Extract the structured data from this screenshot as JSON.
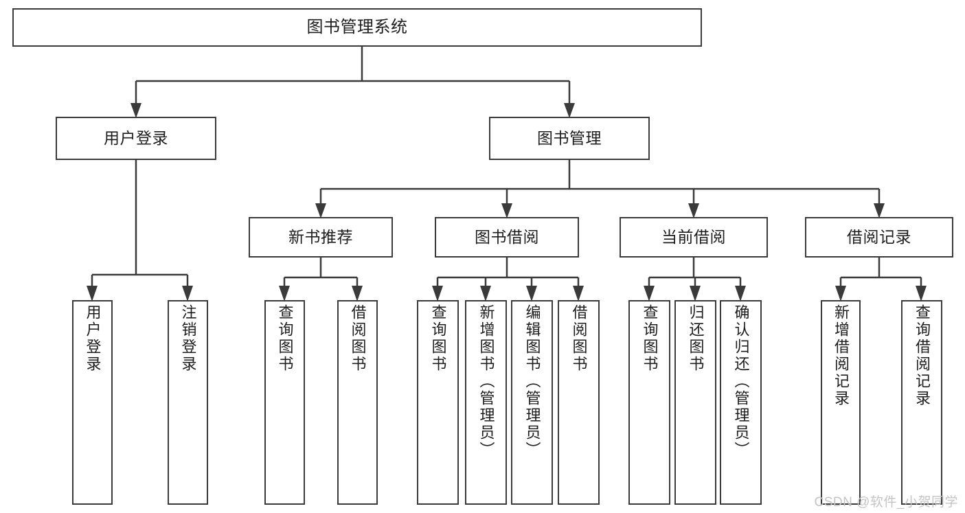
{
  "diagram": {
    "title": "图书管理系统",
    "type": "hierarchy-tree",
    "colors": {
      "stroke": "#3a3a3a",
      "fill": "#ffffff",
      "text": "#1d1d1d",
      "watermark": "#c4c4c4"
    },
    "root": {
      "label": "图书管理系统"
    },
    "tier2": [
      {
        "label": "用户登录"
      },
      {
        "label": "图书管理"
      }
    ],
    "tier3": [
      {
        "label": "新书推荐"
      },
      {
        "label": "图书借阅"
      },
      {
        "label": "当前借阅"
      },
      {
        "label": "借阅记录"
      }
    ],
    "leaves_user_login": [
      {
        "label": "用户登录"
      },
      {
        "label": "注销登录"
      }
    ],
    "leaves_new_book": [
      {
        "label": "查询图书"
      },
      {
        "label": "借阅图书"
      }
    ],
    "leaves_borrow": [
      {
        "label": "查询图书"
      },
      {
        "label": "新增图书（管理员）"
      },
      {
        "label": "编辑图书（管理员）"
      },
      {
        "label": "借阅图书"
      }
    ],
    "leaves_current": [
      {
        "label": "查询图书"
      },
      {
        "label": "归还图书"
      },
      {
        "label": "确认归还（管理员）"
      }
    ],
    "leaves_records": [
      {
        "label": "新增借阅记录"
      },
      {
        "label": "查询借阅记录"
      }
    ]
  },
  "watermark": {
    "text": "CSDN @软件_小贺同学"
  }
}
